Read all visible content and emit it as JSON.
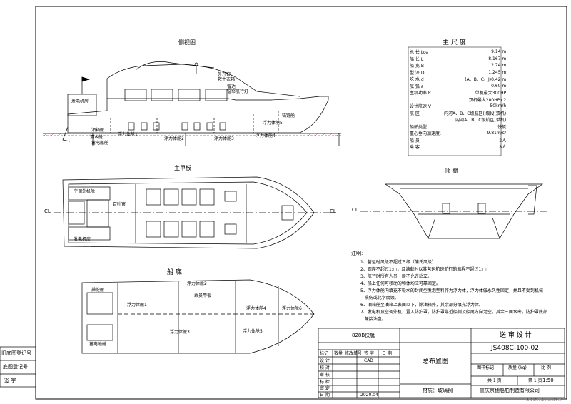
{
  "views": {
    "side_title": "侧视图",
    "deck_title": "主甲板",
    "roof_title": "顶 棚",
    "bottom_title": "船 底"
  },
  "side_labels": {
    "generator": "发电机房",
    "oil_tank": "油箱舱",
    "water_tank": "清水舱",
    "battery": "蓄电瓶舱",
    "buoy1": "浮力体舱1",
    "buoy2": "浮力体舱2",
    "buoy3": "浮力体舱3",
    "buoy4": "浮力体舱4",
    "buoy5": "浮力体舱5",
    "anchor": "锚链舱",
    "mast_note1": "外开窗",
    "mast_note2": "救生衣箱",
    "mast_note3": "雷达",
    "mast_note4": "窗帘航行灯"
  },
  "deck_labels": {
    "ac_room": "空调外机舱",
    "louver": "百叶窗",
    "gen_room": "发电机房",
    "cl_left": "CL",
    "cl_right": "CL",
    "cl_roof": "CL"
  },
  "bottom_labels": {
    "rudder": "操舵舱",
    "battery": "蓄电池舱",
    "buoy1": "浮力体舱1",
    "buoy2": "浮力体舱2",
    "buoy3": "浮力体舱3",
    "buoy4": "浮力体舱4",
    "buoy5": "浮力体舱5",
    "buoy6": "浮力体舱6",
    "crew_floor": "乘员甲板"
  },
  "main_dims": {
    "title": "主 尺 度",
    "rows": [
      {
        "label": "总 长 Loa",
        "value": "9.14 m"
      },
      {
        "label": "船 长 L",
        "value": "8.167 m"
      },
      {
        "label": "船 宽 B",
        "value": "2.74 m"
      },
      {
        "label": "型 深 D",
        "value": "1.245 m"
      },
      {
        "label": "吃 水 d",
        "value": "(A、B、C、J)0.42 m"
      },
      {
        "label": "舷 弧 a",
        "value": "0.60 m"
      },
      {
        "label": "主机功率 P",
        "value": "单机最大300HP"
      },
      {
        "label": "",
        "value": "双机最大200HP×2"
      },
      {
        "label": "设计航速 V",
        "value": "50km/h"
      },
      {
        "label": "航 区",
        "value": "内河A、B、C级航区(J级段(双机)"
      },
      {
        "label": "",
        "value": "内河A、B、C级航区(单机)"
      },
      {
        "label": "船舶类型",
        "value": "快艇"
      },
      {
        "label": "重心垂向加速度:",
        "value": "9.81m/s²"
      },
      {
        "label": "船 员",
        "value": "2人"
      },
      {
        "label": "乘 客",
        "value": "8人"
      }
    ]
  },
  "notes": {
    "heading": "注明:",
    "items": [
      "1、营运时风级不超过三级（蒲氏风级）",
      "2、距岸不超过1:□，且满载时以其营运航速航行的航程不超过1:□",
      "3、航行时所有人员一般不允许站立。",
      "4、船上任何可移动的物体均应可靠固定。",
      "5、浮力体舱内填充不吸水的封闭型发泡塑料作为浮力体，浮力体做永久性固定，并且不受到机械",
      "   损伤或化学腐蚀。",
      "6、油箱舱至油箱上表面以下，除油箱外，其余部分填充浮力体。",
      "7、发电机及空调外机，置入防护罩，防护罩靠近船侧及船尾方向为空，其余三面水密，防护罩底部",
      "   兼接油盘。"
    ]
  },
  "title_block": {
    "boat_name": "828B快艇",
    "review_stage": "送 审 设 计",
    "drawing_no": "JS408C-100-02",
    "drawing_title": "总布置图",
    "material": "材质：玻璃钢",
    "company": "重庆京穗船舶制造有限公司",
    "header_row": [
      "标记",
      "数量",
      "修改单号",
      "签 字",
      "日 期"
    ],
    "roles": [
      "设 计",
      "校 对",
      "审 核",
      "标 检",
      "审 定",
      "日 期"
    ],
    "cad_label": "CAD",
    "date": "2020.04",
    "stage_mark_label": "图样标记",
    "weight_label": "质量 (kg)",
    "scale_label": "比 例",
    "scale": "1:50",
    "sheets_total": "共 1 页",
    "sheet_no": "第 1 页",
    "paper_size": "A3  297X420  0.125m²"
  },
  "side_register": {
    "row1": "旧底图登记号",
    "row2": "底图登记号",
    "row3": "签  字"
  }
}
